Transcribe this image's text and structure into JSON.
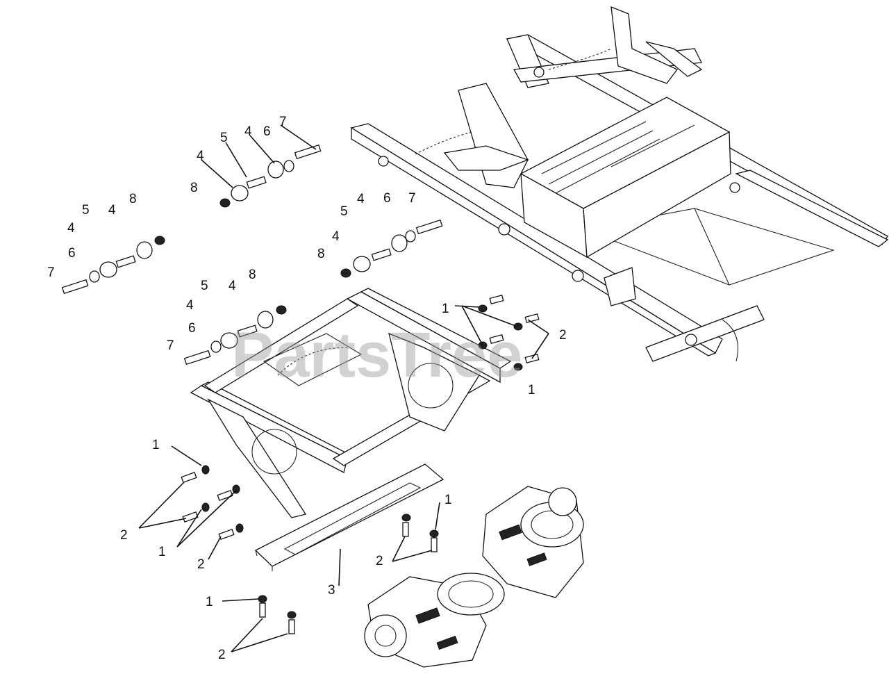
{
  "watermark": "PartsTree",
  "callouts": {
    "c1": "7",
    "c2": "5",
    "c3": "4",
    "c4": "6",
    "c5": "4",
    "c6": "8",
    "c7": "5",
    "c8": "4",
    "c9": "8",
    "c10": "4",
    "c11": "6",
    "c12": "7",
    "c13": "5",
    "c14": "4",
    "c15": "6",
    "c16": "7",
    "c17": "4",
    "c18": "8",
    "c19": "5",
    "c20": "4",
    "c21": "8",
    "c22": "4",
    "c23": "6",
    "c24": "7",
    "c25": "1",
    "c26": "2",
    "c27": "1",
    "c28": "1",
    "c29": "2",
    "c30": "1",
    "c31": "2",
    "c32": "1",
    "c33": "2",
    "c34": "3",
    "c35": "1",
    "c36": "2"
  }
}
